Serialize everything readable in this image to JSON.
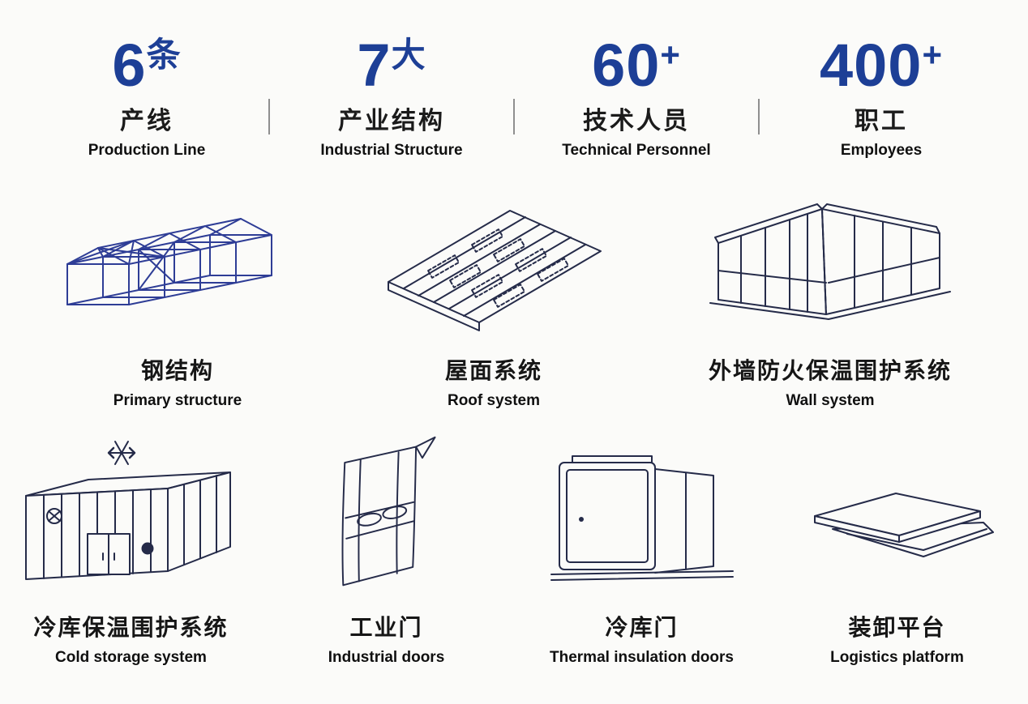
{
  "colors": {
    "accent_blue": "#1d3f96",
    "line_ink": "#252b49",
    "steel_blue": "#2e3d96",
    "text": "#141414",
    "divider_gray": "#8f8f8f"
  },
  "stats": [
    {
      "number": "6",
      "suffix": "条",
      "label_cn": "产线",
      "label_en": "Production Line"
    },
    {
      "number": "7",
      "suffix": "大",
      "label_cn": "产业结构",
      "label_en": "Industrial Structure"
    },
    {
      "number": "60",
      "suffix": "+",
      "label_cn": "技术人员",
      "label_en": "Technical Personnel"
    },
    {
      "number": "400",
      "suffix": "+",
      "label_cn": "职工",
      "label_en": "Employees"
    }
  ],
  "products_row1": [
    {
      "name_cn": "钢结构",
      "name_en": "Primary structure",
      "icon": "steel-structure-icon"
    },
    {
      "name_cn": "屋面系统",
      "name_en": "Roof system",
      "icon": "roof-system-icon"
    },
    {
      "name_cn": "外墙防火保温围护系统",
      "name_en": "Wall system",
      "icon": "wall-system-icon"
    }
  ],
  "products_row2": [
    {
      "name_cn": "冷库保温围护系统",
      "name_en": "Cold storage system",
      "icon": "cold-storage-icon"
    },
    {
      "name_cn": "工业门",
      "name_en": "Industrial doors",
      "icon": "industrial-door-icon"
    },
    {
      "name_cn": "冷库门",
      "name_en": "Thermal insulation doors",
      "icon": "cold-storage-door-icon"
    },
    {
      "name_cn": "装卸平台",
      "name_en": "Logistics platform",
      "icon": "loading-platform-icon"
    }
  ]
}
